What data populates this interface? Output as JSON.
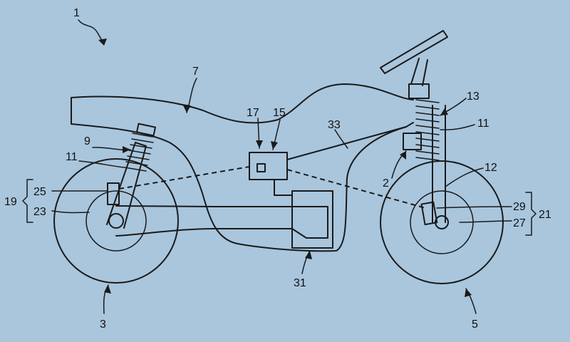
{
  "diagram": {
    "labels": {
      "l1": "1",
      "l2": "2",
      "l3": "3",
      "l5": "5",
      "l7": "7",
      "l9": "9",
      "l11a": "11",
      "l11b": "11",
      "l12": "12",
      "l13": "13",
      "l15": "15",
      "l17": "17",
      "l19": "19",
      "l21": "21",
      "l23": "23",
      "l25": "25",
      "l27": "27",
      "l29": "29",
      "l31": "31",
      "l33": "33"
    },
    "colors": {
      "background": "#a9c6dd",
      "line": "#1a1a1a"
    }
  }
}
